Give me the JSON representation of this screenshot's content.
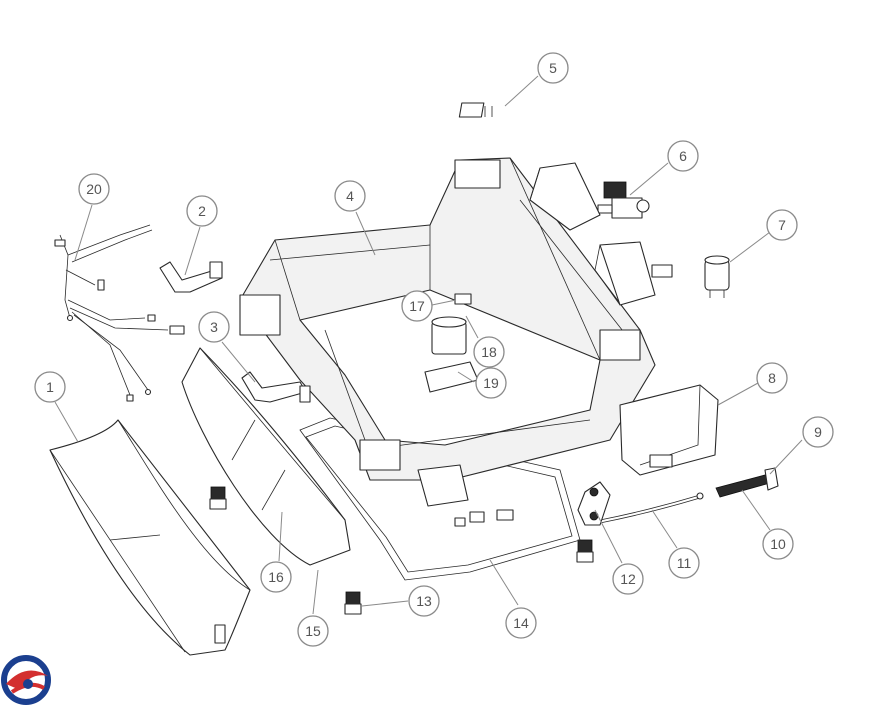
{
  "callouts": [
    {
      "label": "1"
    },
    {
      "label": "2"
    },
    {
      "label": "3"
    },
    {
      "label": "4"
    },
    {
      "label": "5"
    },
    {
      "label": "6"
    },
    {
      "label": "7"
    },
    {
      "label": "8"
    },
    {
      "label": "9"
    },
    {
      "label": "10"
    },
    {
      "label": "11"
    },
    {
      "label": "12"
    },
    {
      "label": "13"
    },
    {
      "label": "14"
    },
    {
      "label": "15"
    },
    {
      "label": "16"
    },
    {
      "label": "17"
    },
    {
      "label": "18"
    },
    {
      "label": "19"
    },
    {
      "label": "20"
    }
  ],
  "logo": {
    "colors": [
      "#1b3f8f",
      "#d32f2f"
    ]
  }
}
